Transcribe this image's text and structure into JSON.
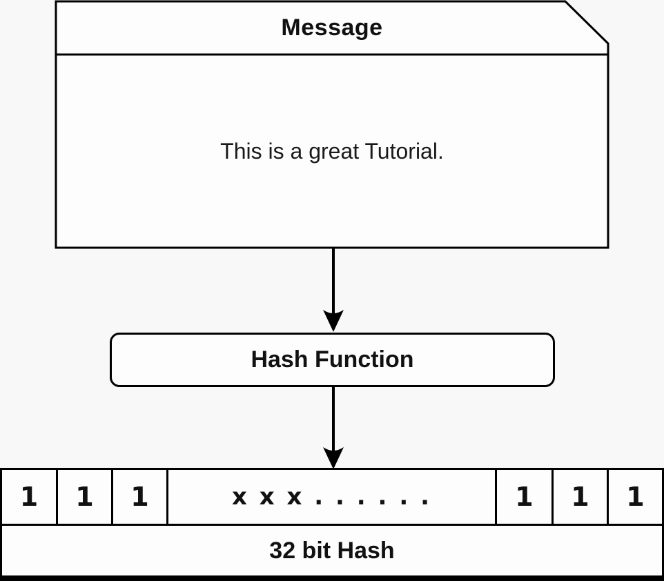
{
  "diagram": {
    "message": {
      "title": "Message",
      "body": "This is a great Tutorial."
    },
    "hash_function_label": "Hash Function",
    "hash_output": {
      "cells": [
        "1",
        "1",
        "1",
        "x x x . . . . . .",
        "1",
        "1",
        "1"
      ],
      "caption": "32 bit Hash"
    },
    "colors": {
      "background": "#f8f8f8",
      "shape_fill": "#fdfdfd",
      "line": "#000000",
      "text": "#111111"
    }
  }
}
